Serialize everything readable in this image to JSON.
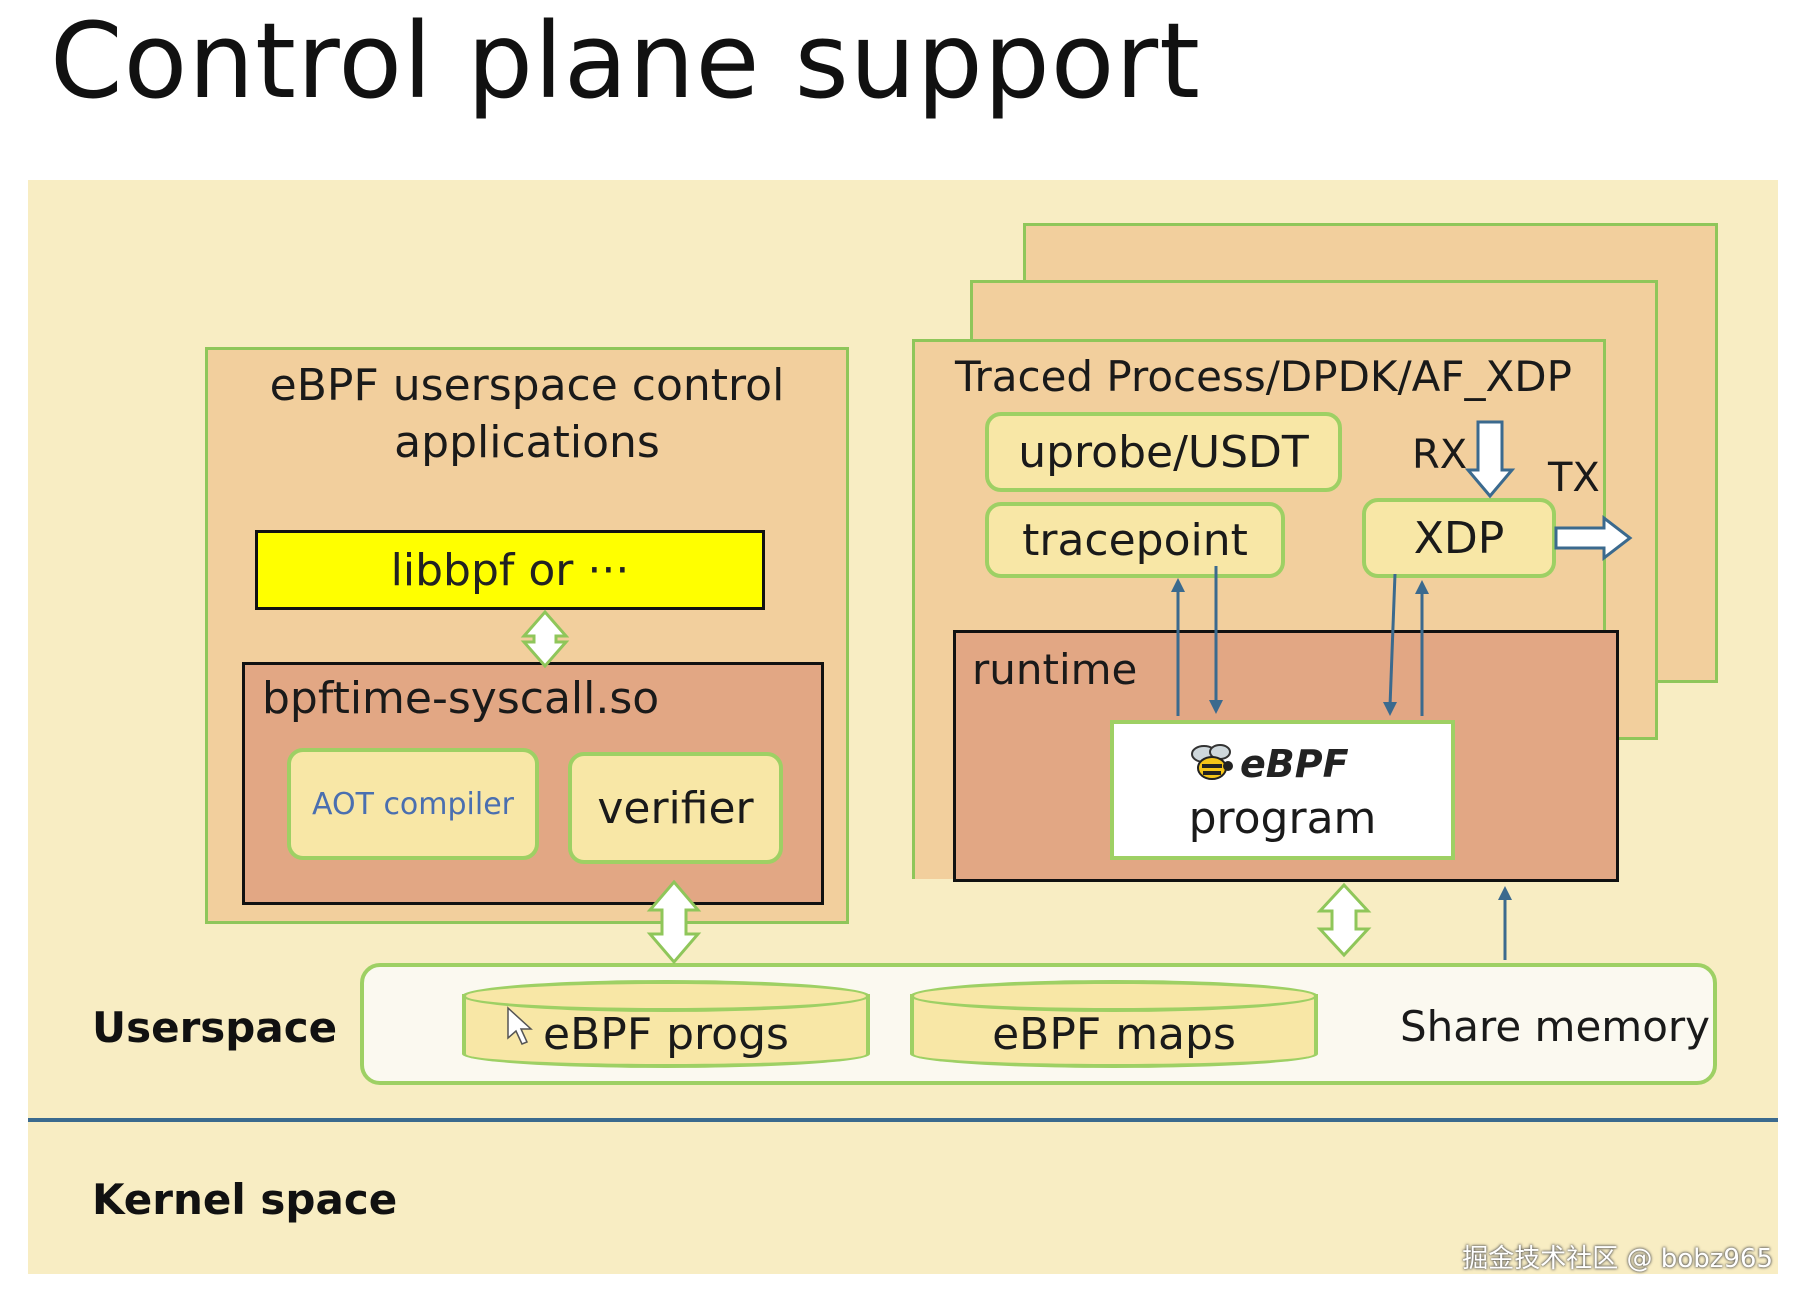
{
  "title": "Control plane support",
  "left_panel": {
    "heading_line1": "eBPF userspace control",
    "heading_line2": "applications",
    "libbpf_label": "libbpf or ···",
    "syscall_label": "bpftime-syscall.so",
    "aot_label": "AOT compiler",
    "verifier_label": "verifier"
  },
  "right_panel": {
    "heading": "Traced Process/DPDK/AF_XDP",
    "uprobe_label": "uprobe/USDT",
    "tracepoint_label": "tracepoint",
    "xdp_label": "XDP",
    "rx_label": "RX",
    "tx_label": "TX",
    "runtime_label": "runtime",
    "ebpf_logo_text": "eBPF",
    "program_label": "program"
  },
  "shared": {
    "progs_label": "eBPF progs",
    "maps_label": "eBPF maps",
    "share_memory_label": "Share memory"
  },
  "layers": {
    "userspace_label": "Userspace",
    "kernel_label": "Kernel space"
  },
  "watermark": "掘金技术社区 @ bobz965",
  "colors": {
    "background": "#f8edc3",
    "panel": "#f2cf9d",
    "inner_box": "#e2a784",
    "green_border": "#8fc65a",
    "pill": "#f8e7a6",
    "highlight": "#ffff00",
    "arrow_blue": "#3b6a8e"
  }
}
